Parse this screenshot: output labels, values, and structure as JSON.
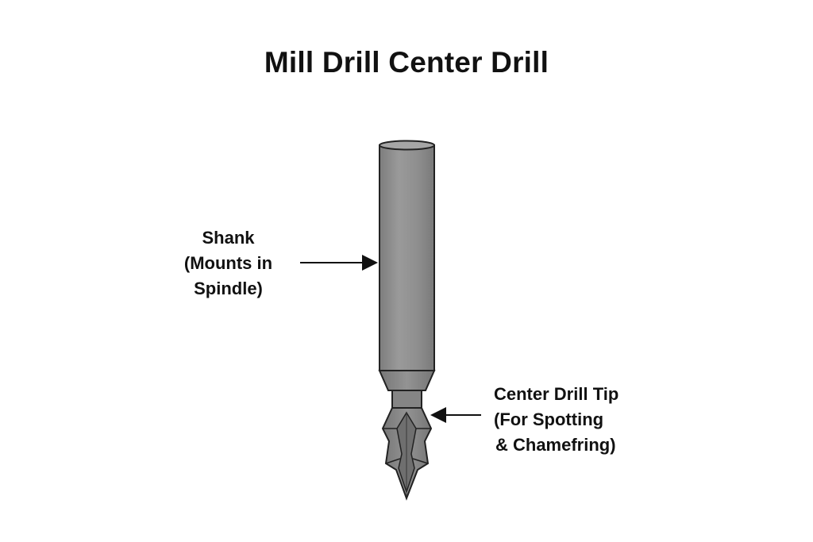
{
  "title": "Mill Drill Center Drill",
  "labels": {
    "shank": [
      "Shank",
      "(Mounts in",
      "Spindle)"
    ],
    "tip": [
      "Center Drill Tip",
      "(For Spotting",
      "& Chamefring)"
    ]
  },
  "colors": {
    "shank_body": "#8c8c8c",
    "shank_highlight": "#9d9d9d",
    "shank_shadow": "#7a7a7a",
    "tip_body": "#888888",
    "tip_dark": "#6f6f6f",
    "outline": "#222222",
    "arrow": "#111111"
  }
}
